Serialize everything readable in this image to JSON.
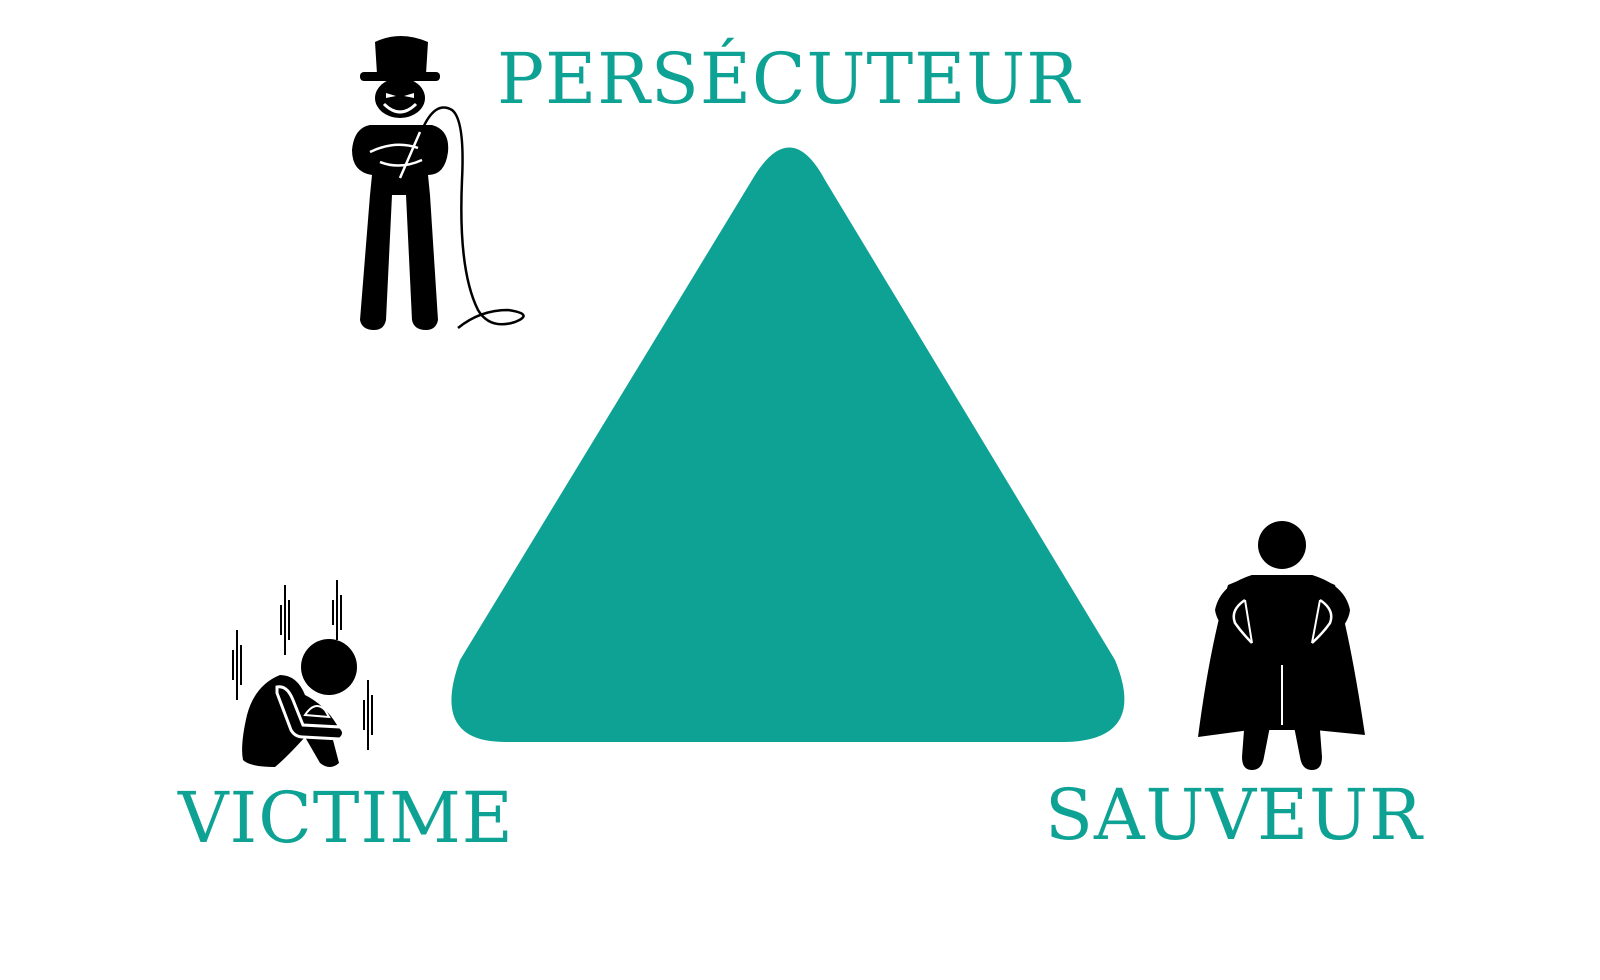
{
  "diagram": {
    "roles": {
      "persecutor": {
        "label": "PERSÉCUTEUR",
        "icon": "persecutor-icon"
      },
      "victim": {
        "label": "VICTIME",
        "icon": "victim-icon"
      },
      "rescuer": {
        "label": "SAUVEUR",
        "icon": "rescuer-icon"
      }
    },
    "colors": {
      "accent": "#0ea295",
      "figure": "#000000",
      "background": "#ffffff"
    }
  }
}
